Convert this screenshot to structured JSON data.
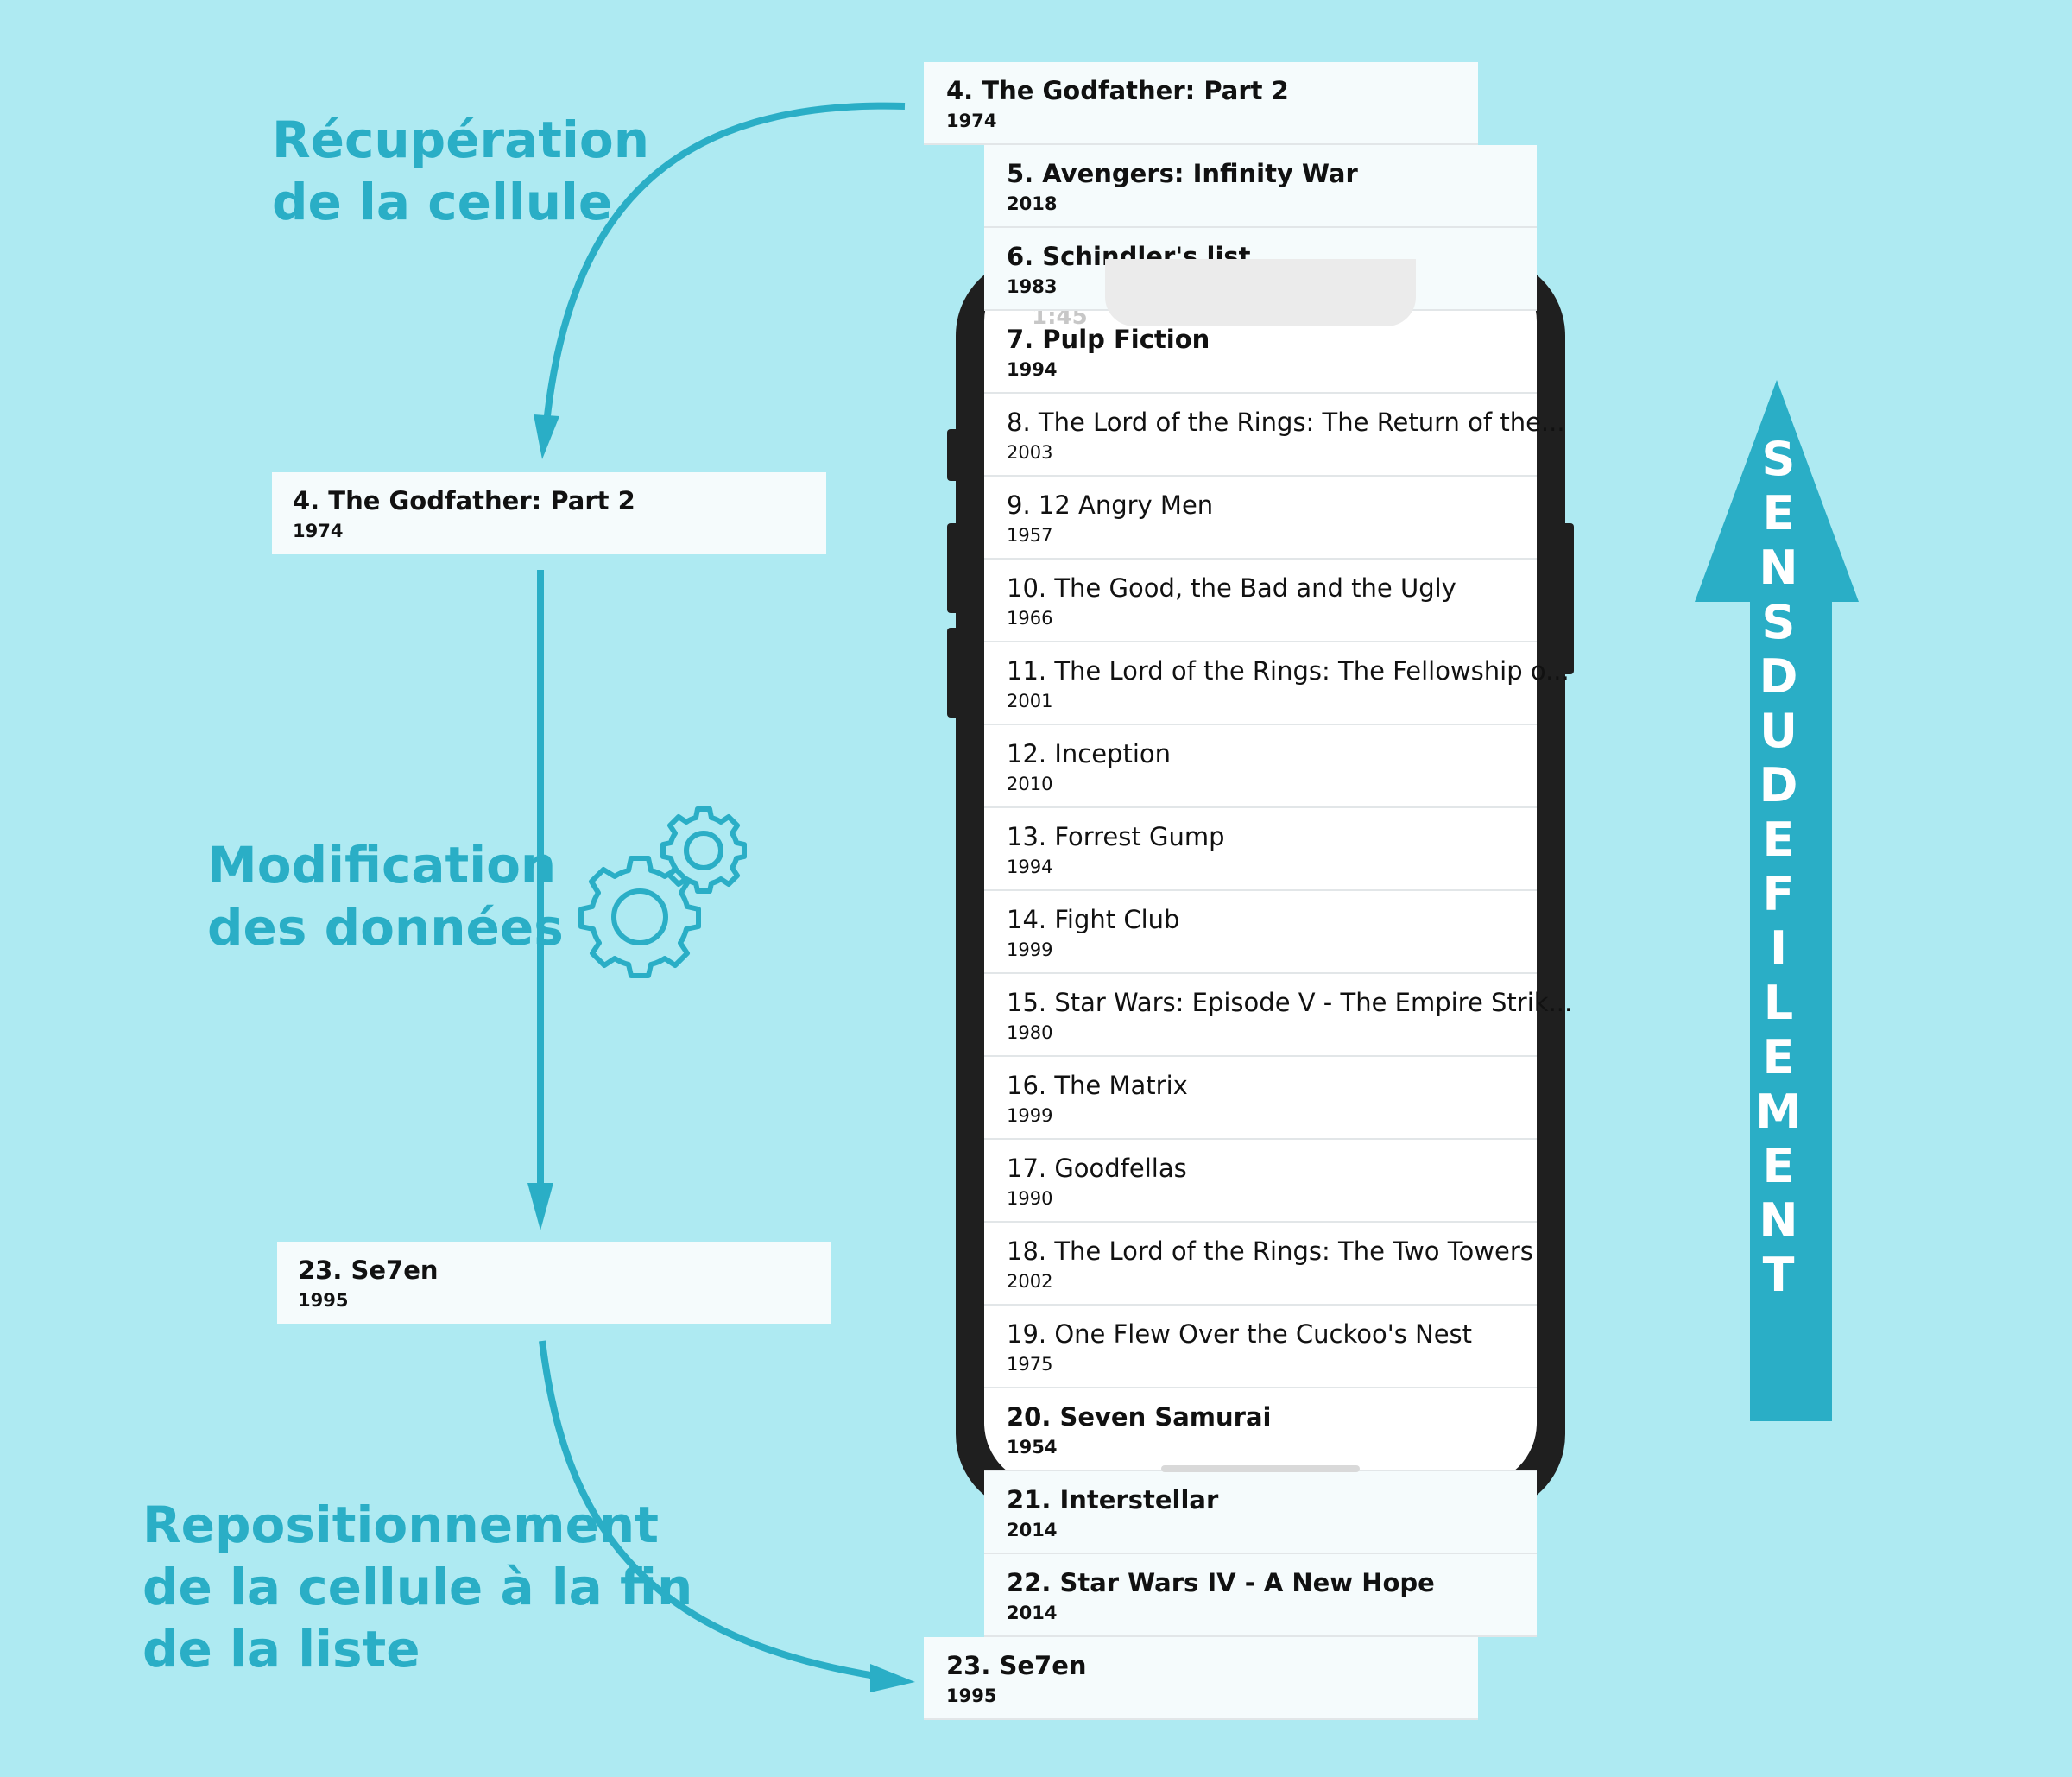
{
  "steps": {
    "fetch_line1": "Récupération",
    "fetch_line2": "de la cellule",
    "modify_line1": "Modification",
    "modify_line2": "des données",
    "reposition_line1": "Repositionnement",
    "reposition_line2": "de la cellule à la fin",
    "reposition_line3": "de la liste"
  },
  "left_cells": {
    "fetched": {
      "title": "4. The Godfather: Part 2",
      "year": "1974"
    },
    "modified": {
      "title": "23. Se7en",
      "year": "1995"
    }
  },
  "status_bar": {
    "time": "1:45"
  },
  "list": [
    {
      "title": "4. The Godfather: Part 2",
      "year": "1974"
    },
    {
      "title": "5. Avengers: Infinity War",
      "year": "2018"
    },
    {
      "title": "6. Schindler's list",
      "year": "1983"
    },
    {
      "title": "7. Pulp Fiction",
      "year": "1994"
    },
    {
      "title": "8. The Lord of the Rings: The Return of the...",
      "year": "2003"
    },
    {
      "title": "9. 12 Angry Men",
      "year": "1957"
    },
    {
      "title": "10. The Good, the Bad and the Ugly",
      "year": "1966"
    },
    {
      "title": "11. The Lord of the Rings: The Fellowship o...",
      "year": "2001"
    },
    {
      "title": "12. Inception",
      "year": "2010"
    },
    {
      "title": "13. Forrest Gump",
      "year": "1994"
    },
    {
      "title": "14. Fight Club",
      "year": "1999"
    },
    {
      "title": "15. Star Wars: Episode V - The Empire Strik...",
      "year": "1980"
    },
    {
      "title": "16. The Matrix",
      "year": "1999"
    },
    {
      "title": "17. Goodfellas",
      "year": "1990"
    },
    {
      "title": "18. The Lord of the Rings: The Two Towers",
      "year": "2002"
    },
    {
      "title": "19. One Flew Over the Cuckoo's Nest",
      "year": "1975"
    },
    {
      "title": "20. Seven Samurai",
      "year": "1954"
    },
    {
      "title": "21. Interstellar",
      "year": "2014"
    },
    {
      "title": "22. Star Wars IV - A New Hope",
      "year": "2014"
    },
    {
      "title": "23. Se7en",
      "year": "1995"
    }
  ],
  "scroll_direction": "SENS DU DEFILEMENT",
  "colors": {
    "accent": "#2aaec6",
    "background": "#aeeaf2",
    "cell": "#f5fbfc"
  }
}
